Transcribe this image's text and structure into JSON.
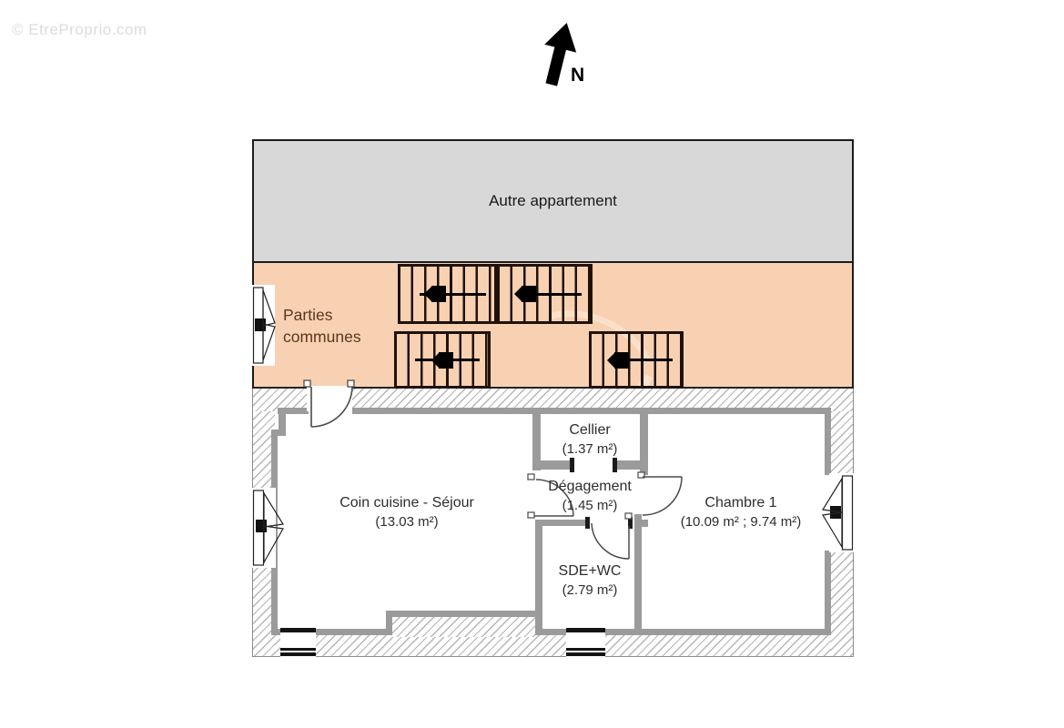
{
  "watermark": "© EtreProprio.com",
  "compass": {
    "label": "N"
  },
  "zones": {
    "autre_appartement": {
      "label": "Autre appartement",
      "fill": "#d8d8d8"
    },
    "parties_communes": {
      "line1": "Parties",
      "line2": "communes",
      "fill": "#f8d1b2",
      "text_color": "#5d3620"
    }
  },
  "rooms": {
    "cellier": {
      "name": "Cellier",
      "area": "(1.37 m²)"
    },
    "degagement": {
      "name": "Dégagement",
      "area": "(1.45 m²)"
    },
    "coin_cuisine_sejour": {
      "name": "Coin cuisine - Séjour",
      "area": "(13.03 m²)"
    },
    "chambre_1": {
      "name": "Chambre 1",
      "area": "(10.09 m² ; 9.74 m²)"
    },
    "sde_wc": {
      "name": "SDE+WC",
      "area": "(2.79 m²)"
    }
  },
  "features": {
    "staircases": 4,
    "door_swings": 4,
    "casement_windows": 3,
    "wall_windows": 2
  },
  "colors": {
    "other_apartment_fill": "#d8d8d8",
    "common_area_fill": "#f8d1b2",
    "interior_wall": "#9b9b9b",
    "stair_outline": "#20120a",
    "room_text": "#2d2d2d",
    "common_text": "#5d3620"
  }
}
